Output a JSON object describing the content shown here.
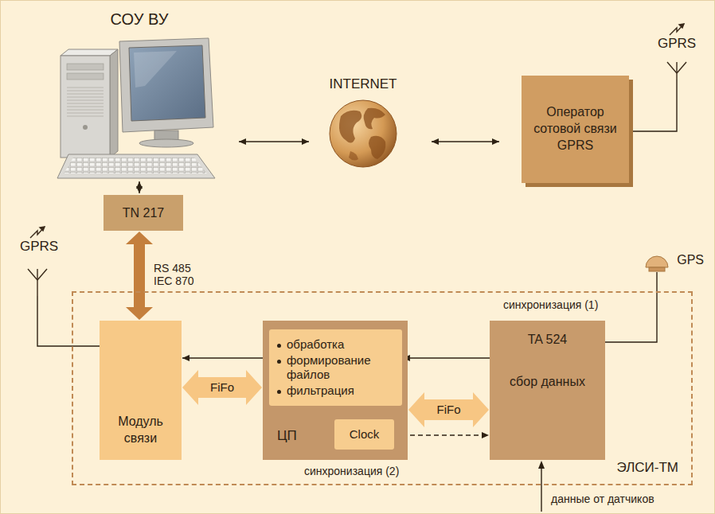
{
  "diagram": {
    "nodes": [
      {
        "text": [
          "СОУ ВУ"
        ]
      },
      {
        "text": [
          "INTERNET"
        ]
      },
      {
        "text": [
          "Оператор сотовой связи GPRS"
        ]
      },
      {
        "text": [
          "TN 217"
        ]
      },
      {
        "text": [
          "ЭЛСИ-ТМ"
        ]
      },
      {
        "text": [
          "Модуль связи"
        ],
        "in": 4
      },
      {
        "text": [
          "ЦП"
        ],
        "in": 4
      },
      {
        "text": [
          "обработка",
          "формирование файлов",
          "фильтрация"
        ],
        "in": 6
      },
      {
        "text": [
          "Clock"
        ],
        "in": 6
      },
      {
        "text": [
          "TA 524",
          "сбор данных"
        ],
        "in": 4
      },
      {
        "text": [
          "GPS"
        ]
      },
      {
        "text": [
          "GPRS"
        ]
      },
      {
        "text": [
          "GPRS"
        ]
      }
    ],
    "edges": [
      {
        "from": 0,
        "to": 1,
        "arrow": "both"
      },
      {
        "from": 1,
        "to": 2,
        "arrow": "both"
      },
      {
        "from": 12,
        "to": 2,
        "arrow": "none"
      },
      {
        "from": 0,
        "to": 3,
        "arrow": "both"
      },
      {
        "from": 3,
        "to": 5,
        "label": "RS 485 IEC 870",
        "arrow": "both"
      },
      {
        "from": 11,
        "to": 5,
        "arrow": "none"
      },
      {
        "from": 7,
        "to": 5,
        "arrow": "to"
      },
      {
        "from": 5,
        "to": 6,
        "label": "FiFo",
        "arrow": "both"
      },
      {
        "from": 9,
        "to": 7,
        "arrow": "to"
      },
      {
        "from": 6,
        "to": 9,
        "label": "FiFo",
        "arrow": "both"
      },
      {
        "from": 8,
        "to": 9,
        "arrow": "to"
      },
      {
        "from": 10,
        "to": 9,
        "arrow": "none"
      }
    ],
    "labels": [
      "синхронизация (1)",
      "синхронизация (2)",
      "данные от датчиков"
    ]
  }
}
